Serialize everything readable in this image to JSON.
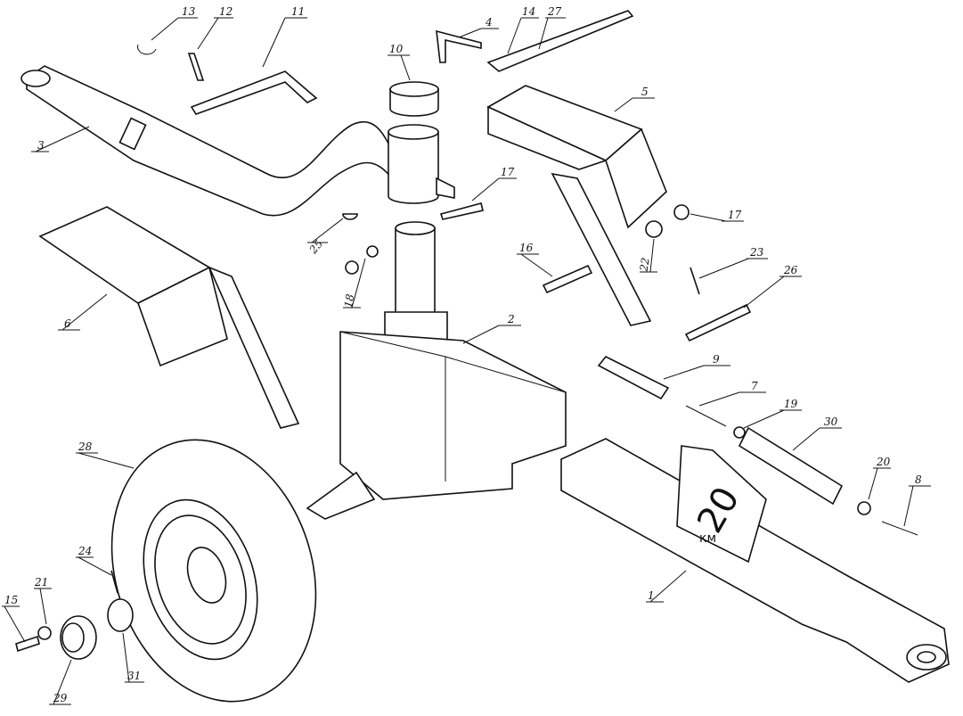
{
  "figure": {
    "type": "exploded-assembly-drawing",
    "plate_text": [
      "20",
      "км"
    ],
    "callouts": [
      "1",
      "2",
      "3",
      "4",
      "5",
      "6",
      "7",
      "8",
      "9",
      "10",
      "11",
      "12",
      "13",
      "14",
      "15",
      "16",
      "17",
      "17",
      "18",
      "19",
      "20",
      "21",
      "22",
      "23",
      "24",
      "25",
      "26",
      "27",
      "28",
      "29",
      "30",
      "31"
    ]
  },
  "colors": {
    "ink": "#111111",
    "paper": "#ffffff"
  }
}
